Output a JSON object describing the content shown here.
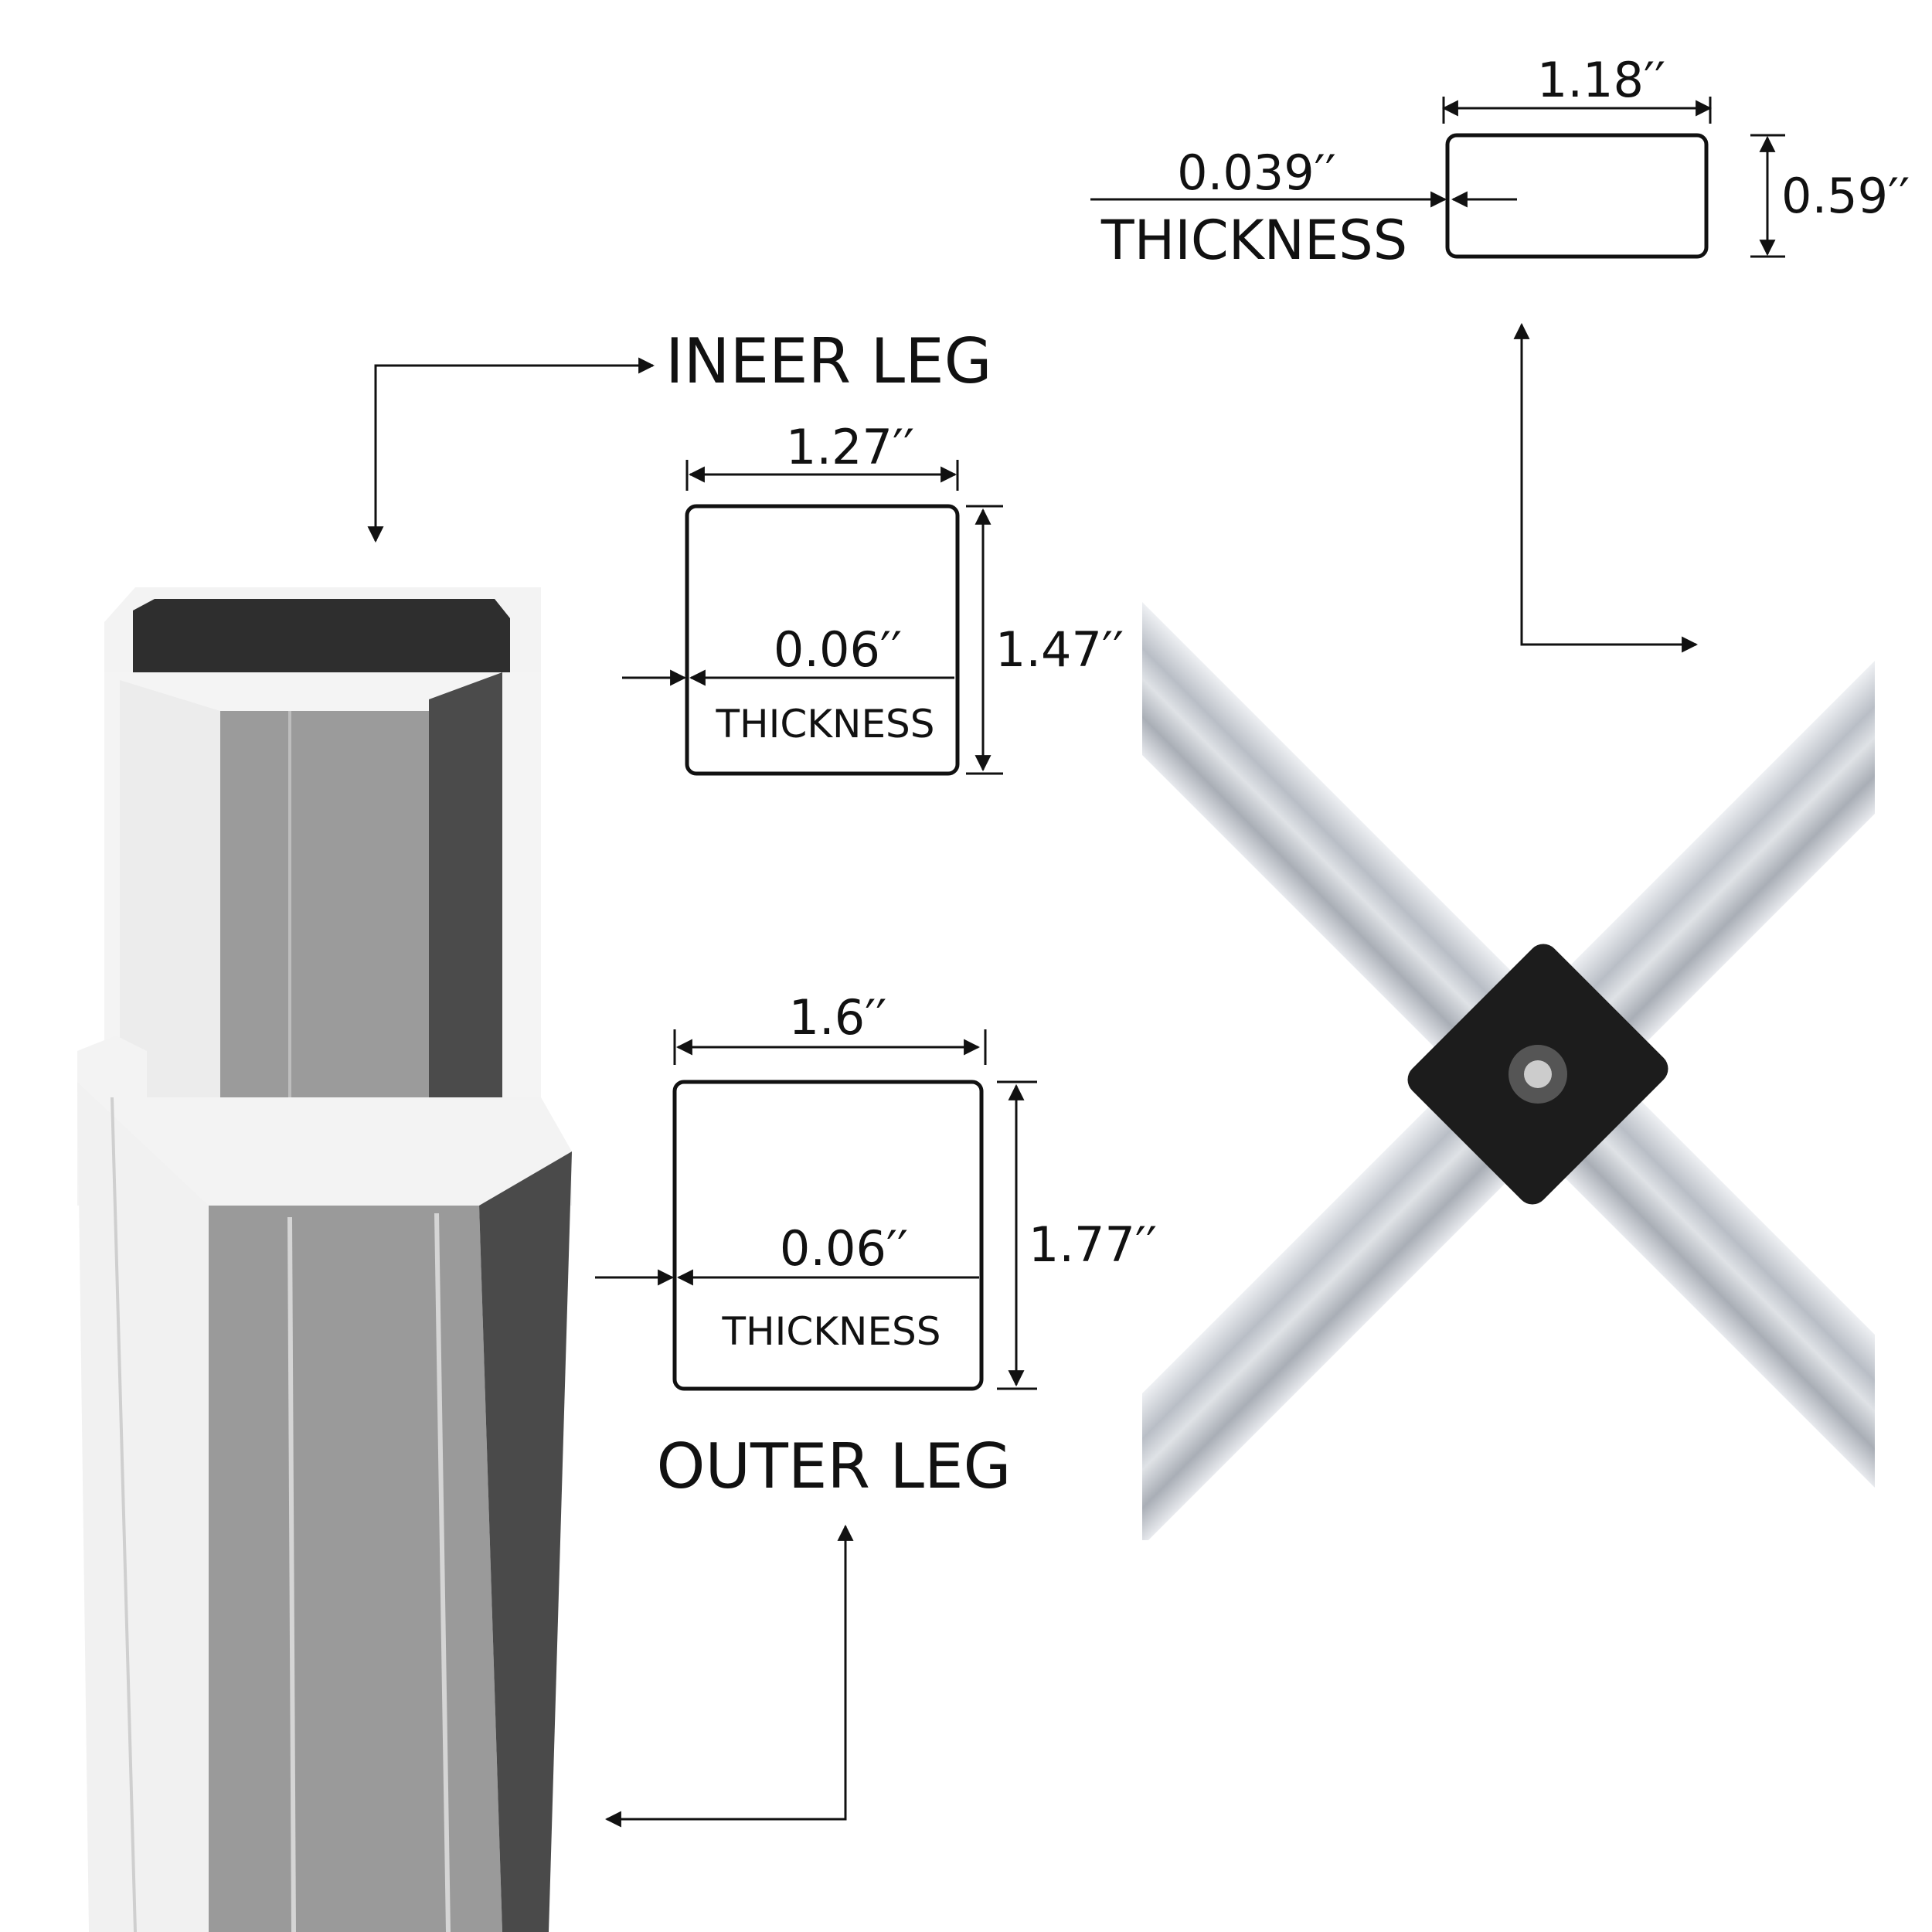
{
  "tube_profile": {
    "width": "1.18′′",
    "height": "0.59′′",
    "thickness_value": "0.039′′",
    "thickness_label": "THICKNESS"
  },
  "inner_leg": {
    "title": "INEER LEG",
    "width": "1.27′′",
    "height": "1.47′′",
    "thickness_value": "0.06′′",
    "thickness_label": "THICKNESS"
  },
  "outer_leg": {
    "title": "OUTER LEG",
    "width": "1.6′′",
    "height": "1.77′′",
    "thickness_value": "0.06′′",
    "thickness_label": "THICKNESS"
  },
  "colors": {
    "leg_front": "#999999",
    "leg_light": "#f2f2f2",
    "leg_dark": "#4a4a4a",
    "tube": "#c8ccd2",
    "connector": "#1c1c1c"
  }
}
